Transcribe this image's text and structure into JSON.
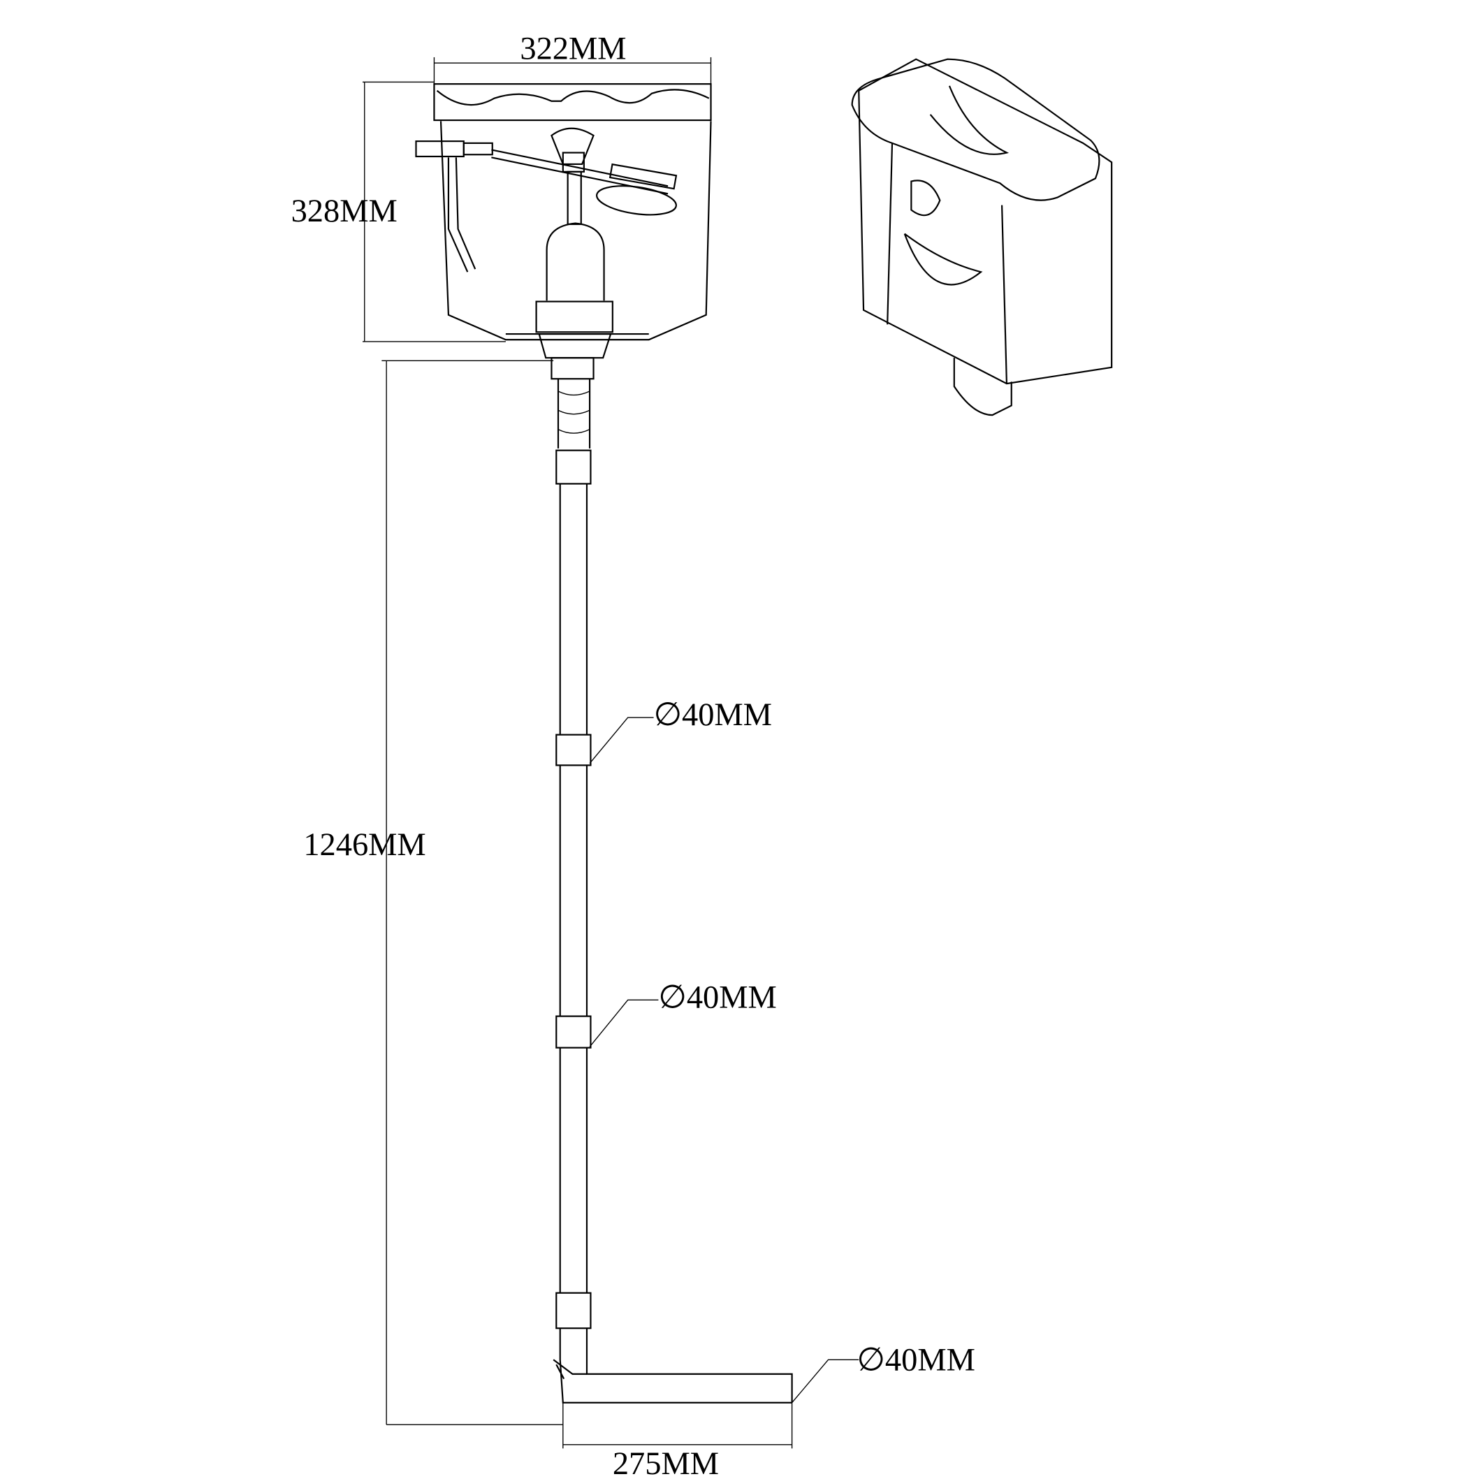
{
  "dimensions": {
    "tank_width": "322MM",
    "tank_height": "328MM",
    "pipe_length": "1246MM",
    "pipe_diameter_1": "∅40MM",
    "pipe_diameter_2": "∅40MM",
    "pipe_diameter_3": "∅40MM",
    "bend_length": "275MM"
  },
  "colors": {
    "line": "#000000",
    "accent": "#2a8fd0"
  }
}
